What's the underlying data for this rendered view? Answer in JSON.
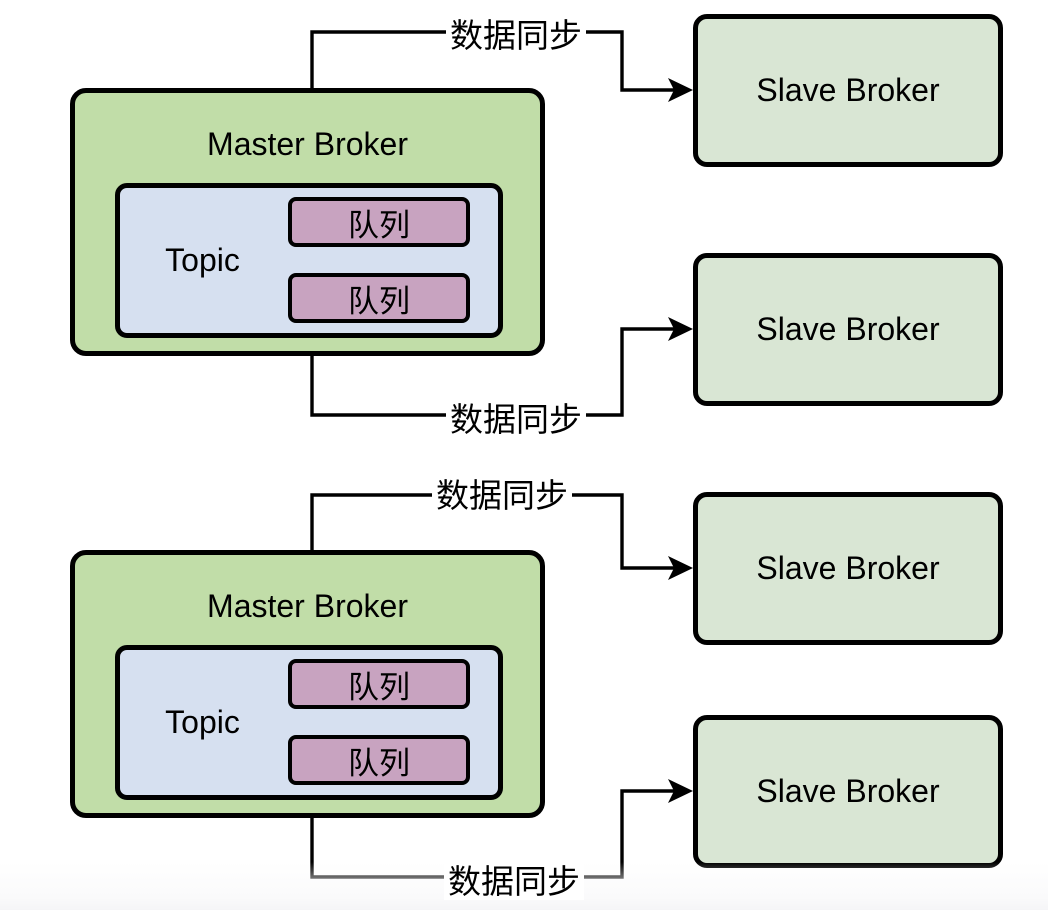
{
  "diagram": {
    "type": "architecture-diagram",
    "masters": [
      {
        "title": "Master Broker",
        "topic": {
          "label": "Topic",
          "queues": [
            {
              "label": "队列"
            },
            {
              "label": "队列"
            }
          ]
        }
      },
      {
        "title": "Master Broker",
        "topic": {
          "label": "Topic",
          "queues": [
            {
              "label": "队列"
            },
            {
              "label": "队列"
            }
          ]
        }
      }
    ],
    "slaves": [
      {
        "title": "Slave Broker"
      },
      {
        "title": "Slave Broker"
      },
      {
        "title": "Slave Broker"
      },
      {
        "title": "Slave Broker"
      }
    ],
    "connections": [
      {
        "label": "数据同步",
        "from": "Master Broker 1",
        "to": "Slave Broker 1"
      },
      {
        "label": "数据同步",
        "from": "Master Broker 1",
        "to": "Slave Broker 2"
      },
      {
        "label": "数据同步",
        "from": "Master Broker 2",
        "to": "Slave Broker 3"
      },
      {
        "label": "数据同步",
        "from": "Master Broker 2",
        "to": "Slave Broker 4"
      }
    ],
    "colors": {
      "master_fill": "#c1dda8",
      "slave_fill": "#d9e6d4",
      "topic_fill": "#d6e0f0",
      "queue_fill": "#c8a3c0",
      "line_color": "#000000",
      "label_bg": "#ffffff"
    }
  }
}
